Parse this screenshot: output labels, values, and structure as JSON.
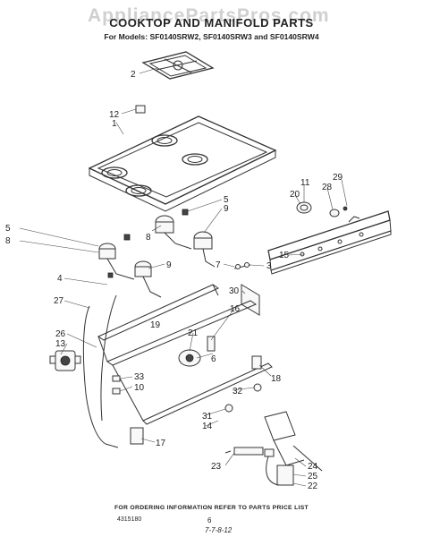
{
  "watermark": "AppliancePartsPros.com",
  "title": "COOKTOP AND MANIFOLD PARTS",
  "subtitle": "For Models: SF0140SRW2, SF0140SRW3 and SF0140SRW4",
  "footer": "FOR ORDERING INFORMATION REFER TO PARTS PRICE LIST",
  "doc_number": "4315180",
  "page_number": "6",
  "handwritten": "7-7-8-12",
  "callouts": [
    {
      "id": "c2",
      "label": "2"
    },
    {
      "id": "c12",
      "label": "12"
    },
    {
      "id": "c1",
      "label": "1"
    },
    {
      "id": "c29",
      "label": "29"
    },
    {
      "id": "c11",
      "label": "11"
    },
    {
      "id": "c28",
      "label": "28"
    },
    {
      "id": "c20",
      "label": "20"
    },
    {
      "id": "c5a",
      "label": "5"
    },
    {
      "id": "c9a",
      "label": "9"
    },
    {
      "id": "c5b",
      "label": "5"
    },
    {
      "id": "c8a",
      "label": "8"
    },
    {
      "id": "c8b",
      "label": "8"
    },
    {
      "id": "c9b",
      "label": "9"
    },
    {
      "id": "c7",
      "label": "7"
    },
    {
      "id": "c3",
      "label": "3"
    },
    {
      "id": "c15",
      "label": "15"
    },
    {
      "id": "c4",
      "label": "4"
    },
    {
      "id": "c30",
      "label": "30"
    },
    {
      "id": "c27",
      "label": "27"
    },
    {
      "id": "c16",
      "label": "16"
    },
    {
      "id": "c19",
      "label": "19"
    },
    {
      "id": "c26",
      "label": "26"
    },
    {
      "id": "c13",
      "label": "13"
    },
    {
      "id": "c21",
      "label": "21"
    },
    {
      "id": "c6",
      "label": "6"
    },
    {
      "id": "c18",
      "label": "18"
    },
    {
      "id": "c33",
      "label": "33"
    },
    {
      "id": "c10",
      "label": "10"
    },
    {
      "id": "c32",
      "label": "32"
    },
    {
      "id": "c31",
      "label": "31"
    },
    {
      "id": "c14",
      "label": "14"
    },
    {
      "id": "c17",
      "label": "17"
    },
    {
      "id": "c23",
      "label": "23"
    },
    {
      "id": "c24",
      "label": "24"
    },
    {
      "id": "c25",
      "label": "25"
    },
    {
      "id": "c22",
      "label": "22"
    }
  ]
}
